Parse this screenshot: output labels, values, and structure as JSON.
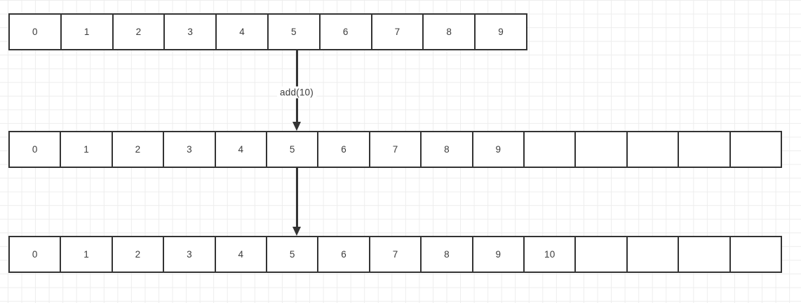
{
  "diagram": {
    "title": "dynamic-array-growth",
    "colors": {
      "border": "#333333",
      "text": "#3b3b3b",
      "grid": "#ededed",
      "background": "#ffffff"
    },
    "rows": [
      {
        "name": "array-before",
        "capacity": 10,
        "cells": [
          "0",
          "1",
          "2",
          "3",
          "4",
          "5",
          "6",
          "7",
          "8",
          "9"
        ]
      },
      {
        "name": "array-grown-empty",
        "capacity": 15,
        "cells": [
          "0",
          "1",
          "2",
          "3",
          "4",
          "5",
          "6",
          "7",
          "8",
          "9",
          "",
          "",
          "",
          "",
          ""
        ]
      },
      {
        "name": "array-after-add",
        "capacity": 15,
        "cells": [
          "0",
          "1",
          "2",
          "3",
          "4",
          "5",
          "6",
          "7",
          "8",
          "9",
          "10",
          "",
          "",
          "",
          ""
        ]
      }
    ],
    "arrows": [
      {
        "name": "arrow-add",
        "label": "add(10)"
      },
      {
        "name": "arrow-grow",
        "label": ""
      }
    ]
  }
}
